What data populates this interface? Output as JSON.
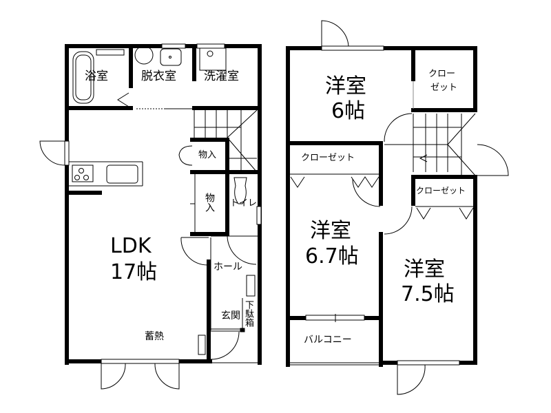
{
  "floor1": {
    "rooms": {
      "bath": "浴室",
      "dressing": "脱衣室",
      "laundry": "洗濯室",
      "storage_upper": "物入",
      "storage_lower": "物入",
      "toilet": "トイレ",
      "ldk_name": "LDK",
      "ldk_size": "17帖",
      "hall": "ホール",
      "entrance": "玄関",
      "shoe_box": "下駄箱",
      "heater": "蓄熱"
    }
  },
  "floor2": {
    "rooms": {
      "room1_name": "洋室",
      "room1_size": "6帖",
      "closet1": "クロー",
      "closet1b": "ゼット",
      "closet2": "クローゼット",
      "room2_name": "洋室",
      "room2_size": "6.7帖",
      "closet3": "クローゼット",
      "room3_name": "洋室",
      "room3_size": "7.5帖",
      "balcony": "バルコニー"
    }
  }
}
